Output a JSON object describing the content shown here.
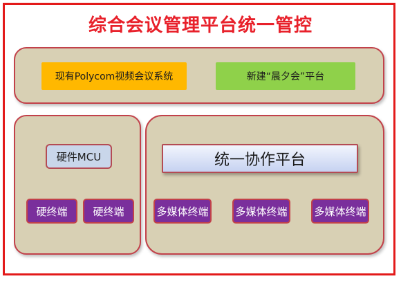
{
  "title": "综合会议管理平台统一管控",
  "top_panel": {
    "polycom": "现有Polycom视频会议系统",
    "chenxi": "新建“晨夕会”平台"
  },
  "left_panel": {
    "mcu": "硬件MCU",
    "terminals": [
      "硬终端",
      "硬终端"
    ]
  },
  "right_panel": {
    "platform": "统一协作平台",
    "terminals": [
      "多媒体终端",
      "多媒体终端",
      "多媒体终端"
    ]
  },
  "colors": {
    "title": "#e8202a",
    "frame_border": "#e31a1a",
    "panel_fill": "#d8d0b4",
    "panel_border": "#c2414a",
    "polycom_fill": "#ffb800",
    "chenxi_fill": "#8fd14a",
    "mcu_fill": "#c9d6ea",
    "terminal_fill": "#7a2f9c"
  }
}
